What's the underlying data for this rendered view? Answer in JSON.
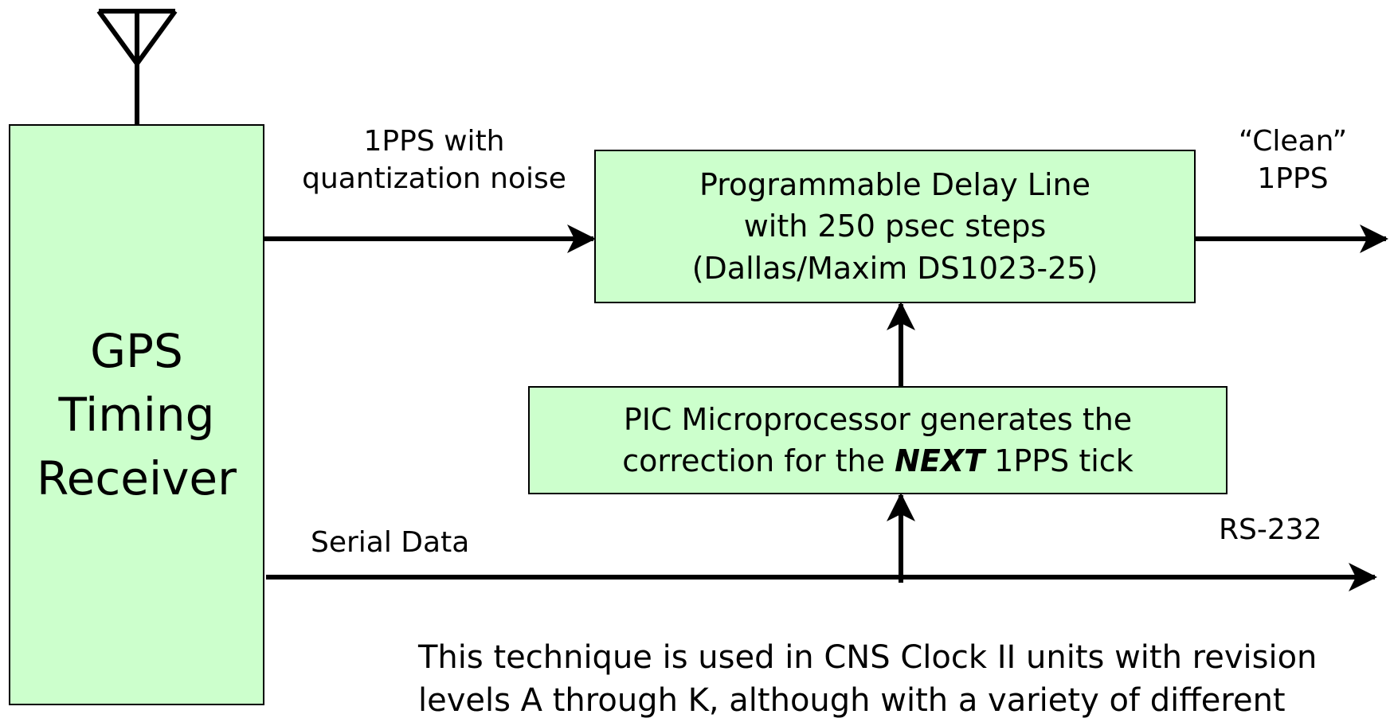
{
  "colors": {
    "box_fill": "#ccffcc",
    "line": "#000000"
  },
  "antenna": {
    "icon": "antenna-icon"
  },
  "gps_receiver": {
    "lines": [
      "GPS",
      "Timing",
      "Receiver"
    ]
  },
  "delay_line": {
    "lines": [
      "Programmable Delay Line",
      "with 250 psec steps",
      "(Dallas/Maxim DS1023-25)"
    ]
  },
  "pic": {
    "line1": "PIC Microprocessor generates the",
    "line2_before": "correction for the ",
    "line2_emph": "NEXT",
    "line2_after": " 1PPS tick"
  },
  "labels": {
    "pps_in": [
      "1PPS with",
      "quantization noise"
    ],
    "pps_out": [
      "“Clean”",
      "1PPS"
    ],
    "serial": "Serial Data",
    "rs232": "RS-232"
  },
  "note": {
    "line1": "This technique is used in CNS Clock II units with revision",
    "line2": "levels A through K, although with a variety of different"
  }
}
